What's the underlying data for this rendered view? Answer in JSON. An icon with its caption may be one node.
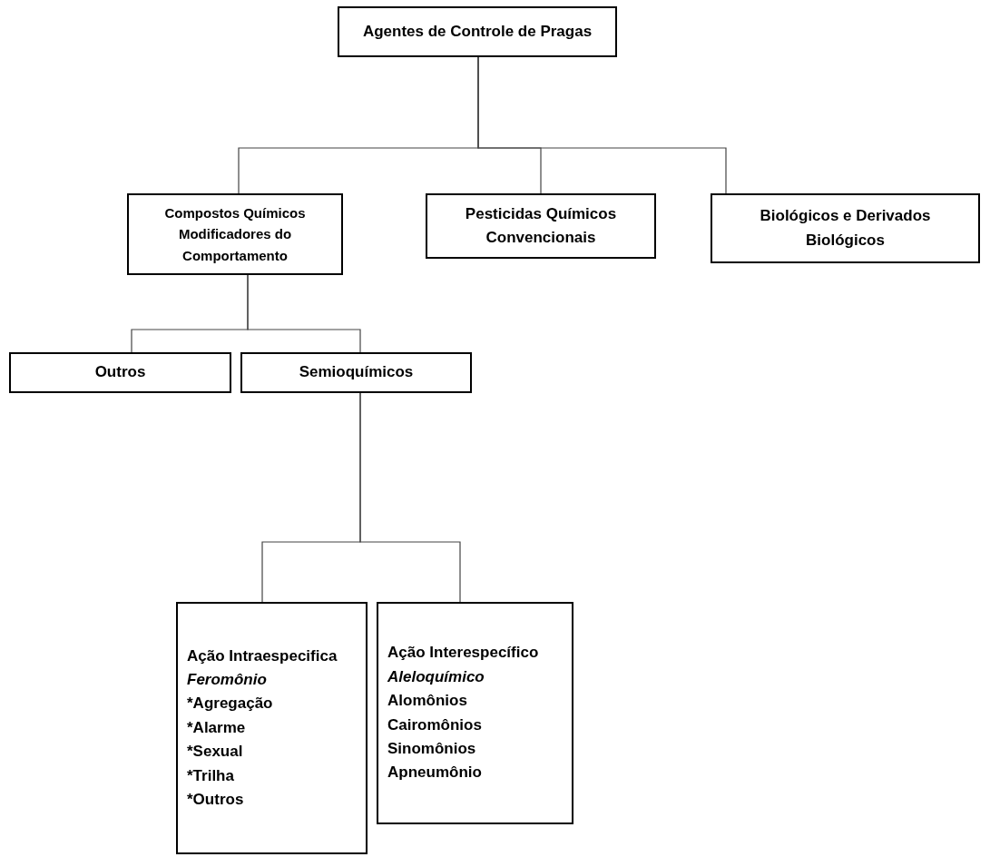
{
  "diagram": {
    "nodes": [
      {
        "text": [
          "Agentes de Controle de Pragas"
        ]
      },
      {
        "text": [
          "Compostos Químicos Modificadores do Comportamento"
        ]
      },
      {
        "text": [
          "Pesticidas Químicos Convencionais"
        ]
      },
      {
        "text": [
          "Biológicos e Derivados Biológicos"
        ]
      },
      {
        "text": [
          "Outros"
        ]
      },
      {
        "text": [
          "Semioquímicos"
        ]
      },
      {
        "text": [
          "Ação Intraespecifica",
          "Feromônio",
          "*Agregação",
          "*Alarme",
          "*Sexual",
          "*Trilha",
          "*Outros"
        ]
      },
      {
        "text": [
          "Ação Interespecífico",
          "Aleloquímico",
          "Alomônios",
          "Cairomônios",
          "Sinomônios",
          "Apneumônio"
        ]
      }
    ],
    "edges": [
      {
        "from": 0,
        "to": 1,
        "arrow": "none"
      },
      {
        "from": 0,
        "to": 2,
        "arrow": "none"
      },
      {
        "from": 0,
        "to": 3,
        "arrow": "none"
      },
      {
        "from": 1,
        "to": 4,
        "arrow": "none"
      },
      {
        "from": 1,
        "to": 5,
        "arrow": "none"
      },
      {
        "from": 5,
        "to": 6,
        "arrow": "none"
      },
      {
        "from": 5,
        "to": 7,
        "arrow": "none"
      }
    ]
  }
}
